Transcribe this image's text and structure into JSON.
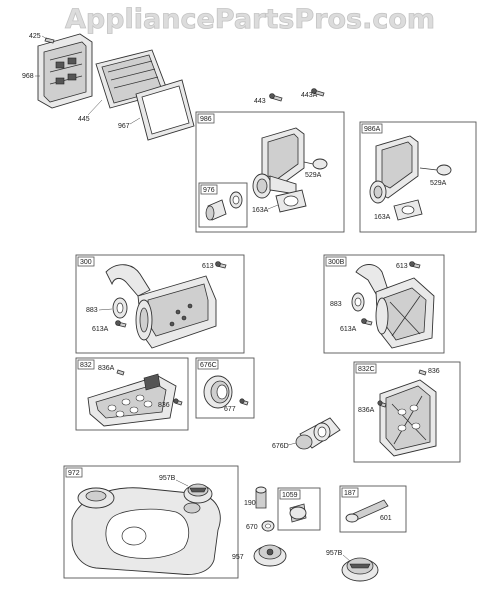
{
  "watermark": "AppliancePartsPros.com",
  "callouts": {
    "c425": "425",
    "c968": "968",
    "c445": "445",
    "c967": "967",
    "c443": "443",
    "c443A": "443A",
    "c529A_1": "529A",
    "c163A_1": "163A",
    "c529A_2": "529A",
    "c163A_2": "163A",
    "c613_1": "613",
    "c883_1": "883",
    "c613A_1": "613A",
    "c613_2": "613",
    "c883_2": "883",
    "c613A_2": "613A",
    "c836A_1": "836A",
    "c836_1": "836",
    "c677": "677",
    "c836_2": "836",
    "c836A_2": "836A",
    "c676D": "676D",
    "c957B_1": "957B",
    "c190": "190",
    "c670": "670",
    "c601": "601",
    "c957": "957",
    "c957B_2": "957B"
  },
  "boxes": {
    "b986": "986",
    "b976": "976",
    "b986A": "986A",
    "b300": "300",
    "b300B": "300B",
    "b832": "832",
    "b676C": "676C",
    "b832C": "832C",
    "b972": "972",
    "b1059": "1059",
    "b187": "187"
  }
}
